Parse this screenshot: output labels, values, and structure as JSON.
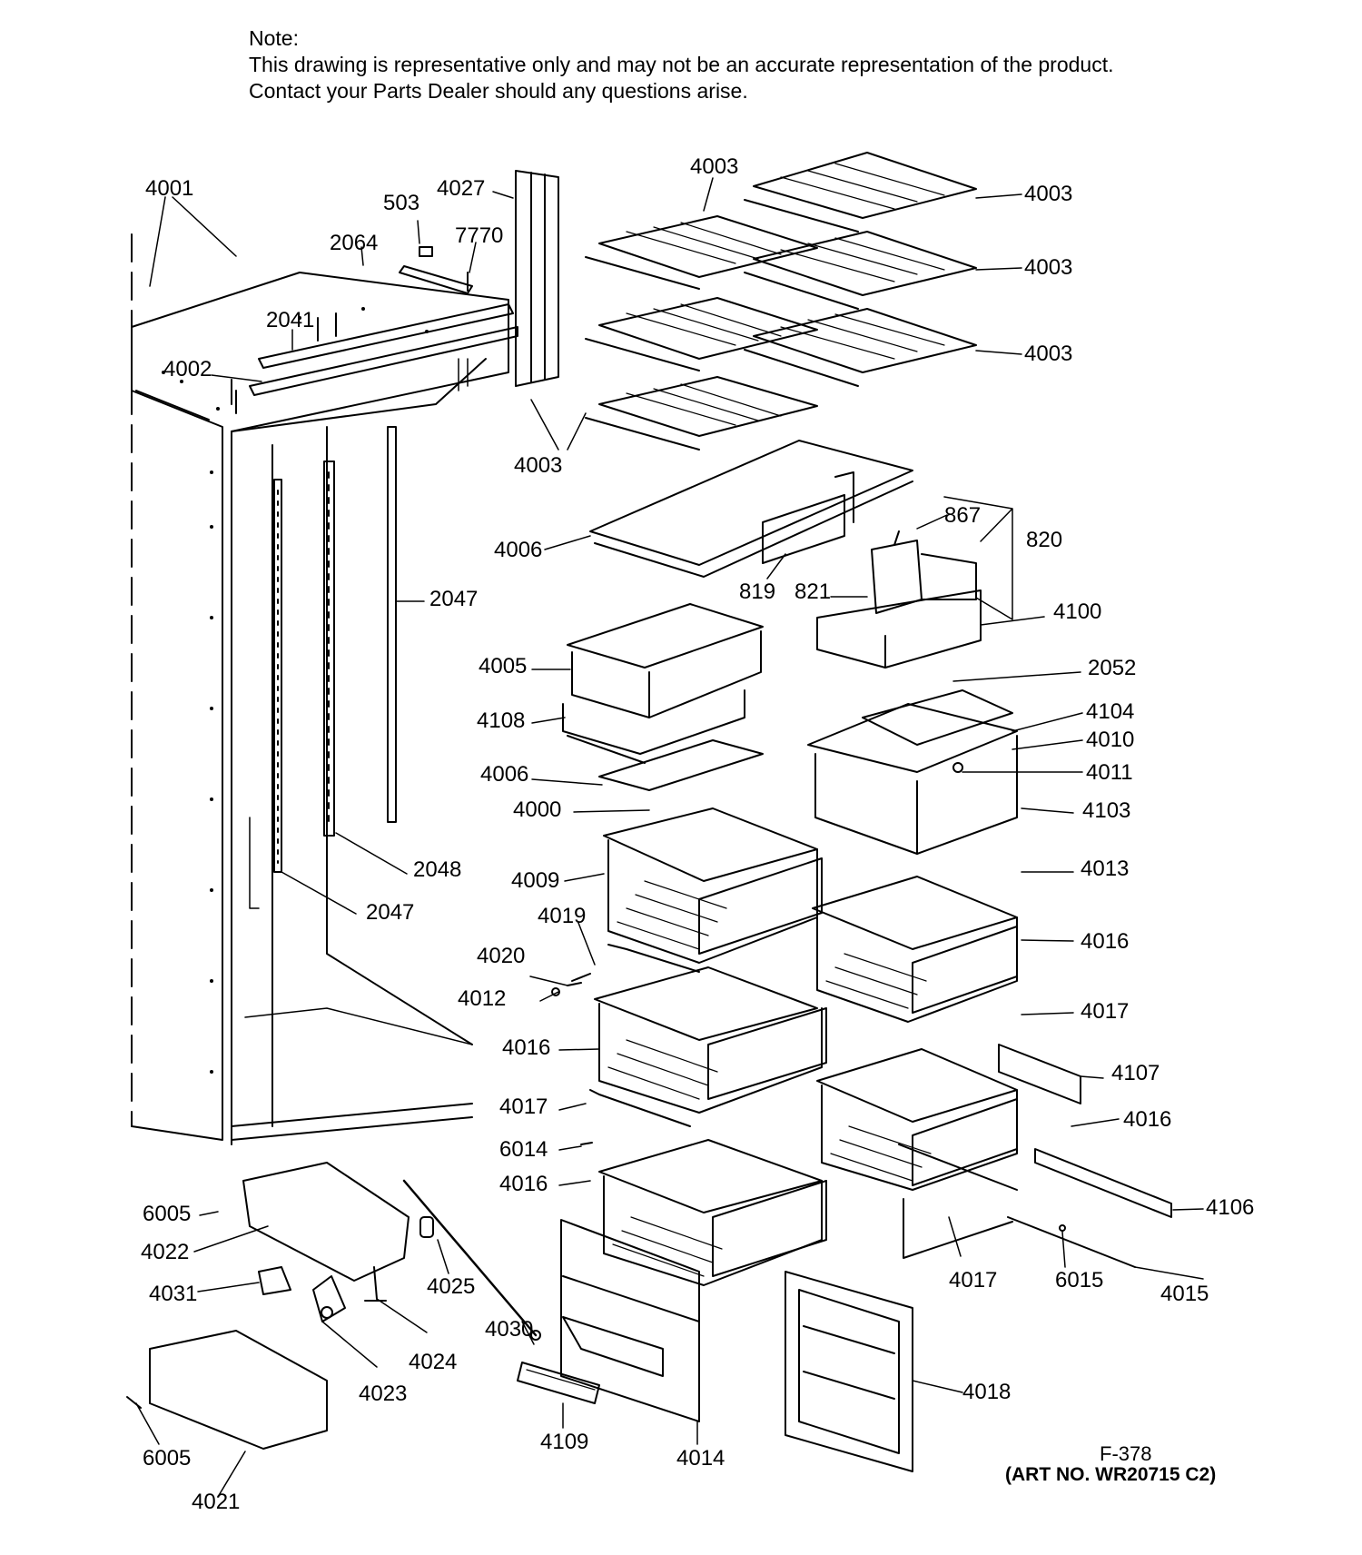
{
  "note": {
    "heading": "Note:",
    "line1": "This drawing is representative only and may not be an accurate representation of the product.",
    "line2": "Contact your Parts Dealer should any questions arise."
  },
  "labels": {
    "l4001": "4001",
    "l503": "503",
    "l4027": "4027",
    "l2064": "2064",
    "l7770": "7770",
    "l2041": "2041",
    "l4002": "4002",
    "l4003a": "4003",
    "l4003b": "4003",
    "l4003c": "4003",
    "l4003d": "4003",
    "l4003e": "4003",
    "l4006a": "4006",
    "l867": "867",
    "l820": "820",
    "l819": "819",
    "l821": "821",
    "l2047a": "2047",
    "l4100": "4100",
    "l4005": "4005",
    "l2052": "2052",
    "l4108": "4108",
    "l4104": "4104",
    "l4010": "4010",
    "l4006b": "4006",
    "l4011": "4011",
    "l4000": "4000",
    "l4103": "4103",
    "l2048": "2048",
    "l4009": "4009",
    "l4013": "4013",
    "l2047b": "2047",
    "l4019": "4019",
    "l4016a": "4016",
    "l4020": "4020",
    "l4012": "4012",
    "l4017a": "4017",
    "l4016b": "4016",
    "l4107": "4107",
    "l4017b": "4017",
    "l4016c": "4016",
    "l6014": "6014",
    "l4016d": "4016",
    "l4106": "4106",
    "l6005a": "6005",
    "l4022": "4022",
    "l4025": "4025",
    "l4017c": "4017",
    "l6015": "6015",
    "l4015": "4015",
    "l4031": "4031",
    "l4030": "4030",
    "l4024": "4024",
    "l4023": "4023",
    "l4018": "4018",
    "l4109": "4109",
    "l4014": "4014",
    "l6005b": "6005",
    "l4021": "4021"
  },
  "footer": {
    "figure_id": "F-378",
    "art_no": "(ART NO. WR20715 C2)"
  }
}
